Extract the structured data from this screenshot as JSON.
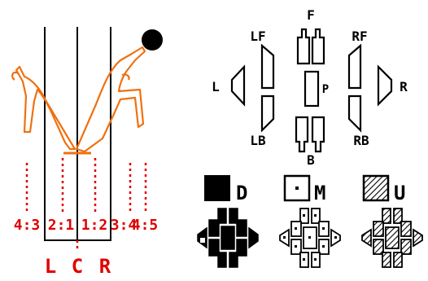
{
  "colors": {
    "ink": "#000000",
    "accent_red": "#e00000",
    "accent_orange": "#f07010",
    "background": "#ffffff"
  },
  "left_figure": {
    "subject": "orange outline figure with arms raised above three vertical lines, black ball upper right",
    "lane_numbers": [
      {
        "id": "n43",
        "text": "4:3"
      },
      {
        "id": "n21",
        "text": "2:1"
      },
      {
        "id": "n12",
        "text": "1:2"
      },
      {
        "id": "n34",
        "text": "3:4"
      },
      {
        "id": "n45",
        "text": "4:5"
      }
    ],
    "bottom_labels": [
      {
        "id": "lbl-l",
        "text": "L"
      },
      {
        "id": "lbl-c",
        "text": "C"
      },
      {
        "id": "lbl-r",
        "text": "R"
      }
    ]
  },
  "compass_diagram": {
    "labels": {
      "f": "F",
      "lf": "LF",
      "rf": "RF",
      "l": "L",
      "p": "P",
      "r": "R",
      "lb": "LB",
      "rb": "RB",
      "b": "B"
    }
  },
  "legend": {
    "items": [
      {
        "id": "d",
        "letter": "D",
        "fill_style": "solid"
      },
      {
        "id": "m",
        "letter": "M",
        "fill_style": "dot"
      },
      {
        "id": "u",
        "letter": "U",
        "fill_style": "hatched"
      }
    ]
  }
}
